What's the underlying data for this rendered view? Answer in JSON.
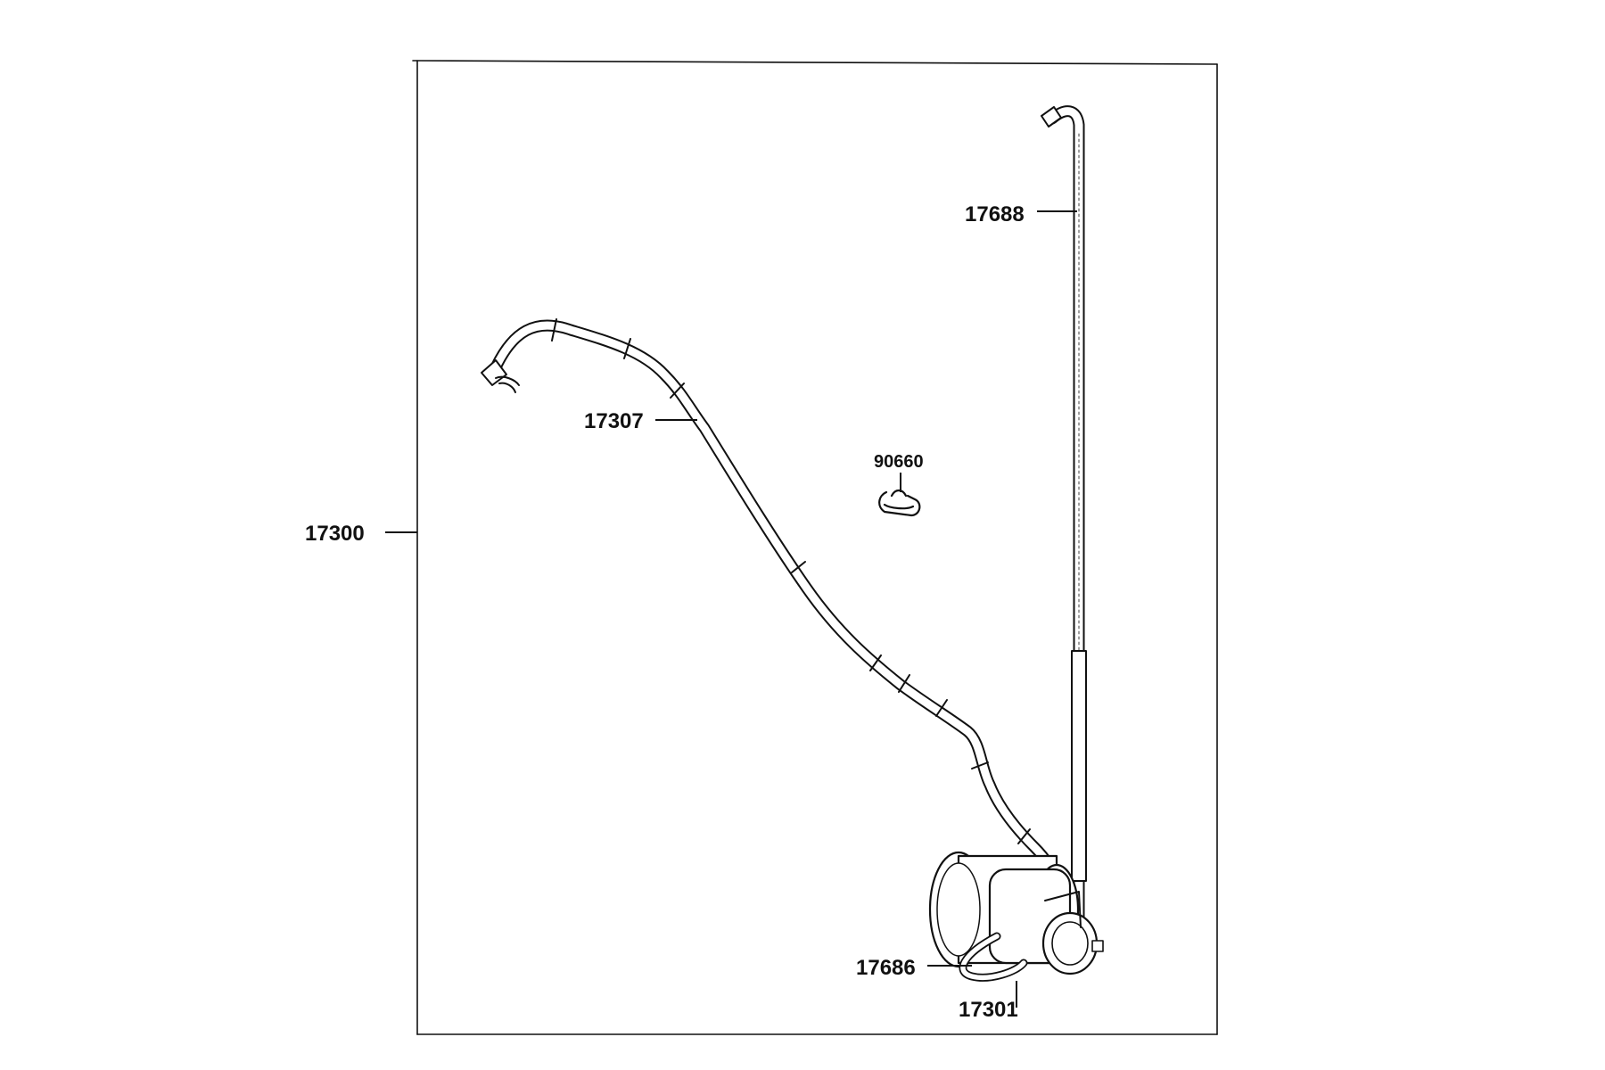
{
  "diagram": {
    "labels": {
      "assembly": "17300",
      "long_hose": "17307",
      "clamp": "90660",
      "vertical_hose": "17688",
      "canister_hose": "17686",
      "canister": "17301"
    },
    "colors": {
      "ink": "#111111",
      "background": "#ffffff"
    }
  }
}
